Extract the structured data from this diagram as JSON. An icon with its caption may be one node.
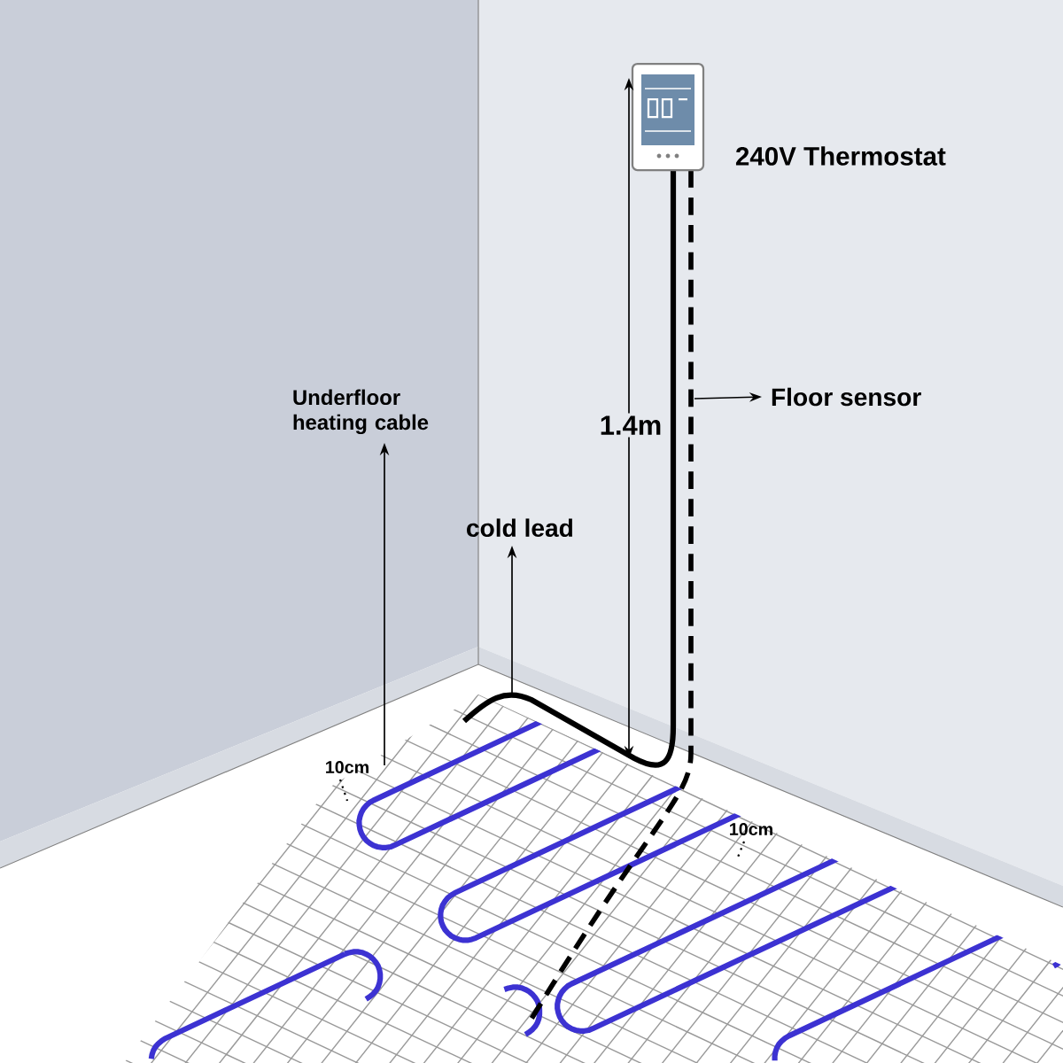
{
  "diagram": {
    "nodes": [
      {
        "text": [],
        "shape": "picture",
        "beside": [
          "240V Thermostat"
        ]
      },
      {
        "text": [
          "Floor sensor"
        ]
      },
      {
        "text": [
          "Underfloor heating cable"
        ]
      },
      {
        "text": [
          "cold lead"
        ]
      }
    ],
    "edges": [
      {
        "from": null,
        "to": 1,
        "arrow": "to"
      },
      {
        "from": null,
        "to": 2,
        "arrow": "to"
      },
      {
        "from": null,
        "to": 3,
        "arrow": "to"
      }
    ],
    "labels": [
      "1.4m",
      "10cm",
      "10cm"
    ]
  }
}
